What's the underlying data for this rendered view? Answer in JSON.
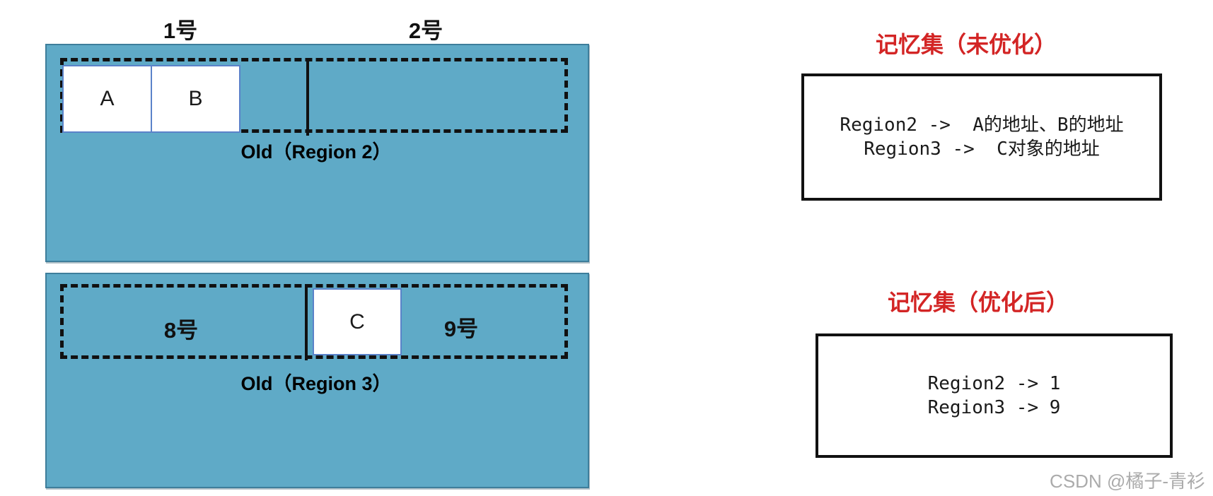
{
  "left": {
    "card_labels_top": [
      "1号",
      "2号"
    ],
    "region2": {
      "objects": [
        "A",
        "B"
      ],
      "caption": "Old（Region 2）"
    },
    "region3": {
      "card_label_left": "8号",
      "card_label_right": "9号",
      "object": "C",
      "caption": "Old（Region 3）"
    }
  },
  "right": {
    "unoptimized": {
      "title": "记忆集（未优化）",
      "lines": [
        "Region2 ->  A的地址、B的地址",
        "Region3 ->  C对象的地址"
      ]
    },
    "optimized": {
      "title": "记忆集（优化后）",
      "lines": [
        "Region2 -> 1",
        "Region3 -> 9"
      ]
    }
  },
  "watermark": "CSDN @橘子-青衫",
  "colors": {
    "region_fill": "#5FAAC7",
    "region_border": "#3E7E9B",
    "object_border": "#5B82C9",
    "dashed_line": "#111111",
    "title_red": "#D32525",
    "watermark_gray": "#ABABAB"
  }
}
